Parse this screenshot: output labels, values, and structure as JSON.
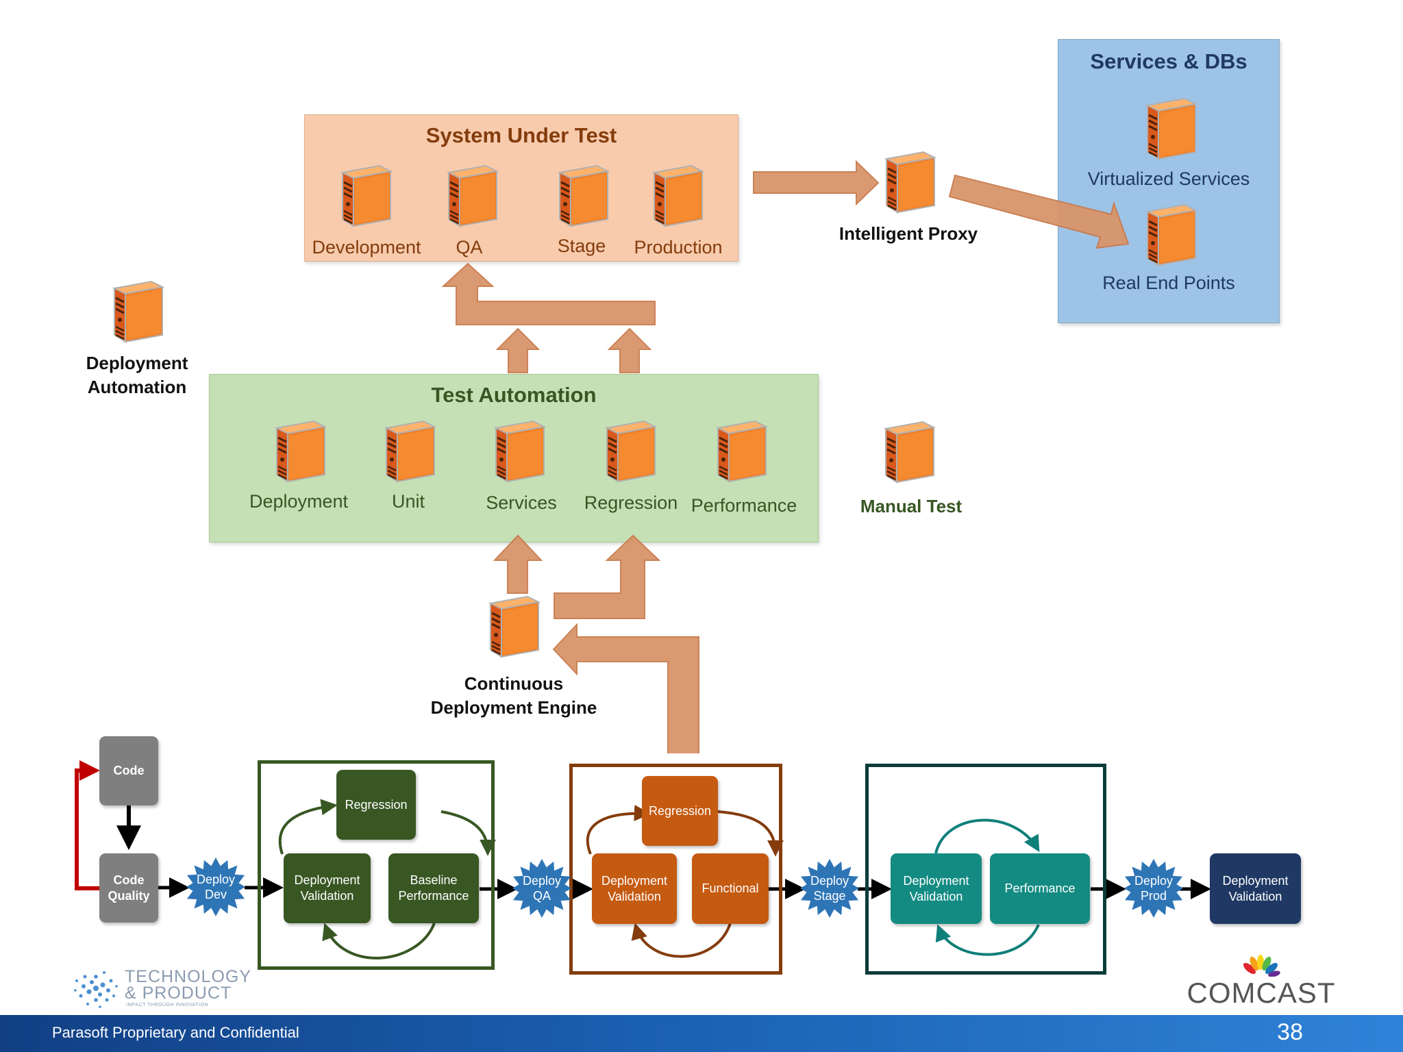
{
  "system_under_test": {
    "title": "System Under Test",
    "items": [
      "Development",
      "QA",
      "Stage",
      "Production"
    ]
  },
  "intelligent_proxy": "Intelligent Proxy",
  "services_dbs": {
    "title": "Services & DBs",
    "items": [
      "Virtualized Services",
      "Real End Points"
    ]
  },
  "deployment_automation": [
    "Deployment",
    "Automation"
  ],
  "test_automation": {
    "title": "Test Automation",
    "items": [
      "Deployment",
      "Unit",
      "Services",
      "Regression",
      "Performance"
    ]
  },
  "manual_test": "Manual Test",
  "cd_engine": [
    "Continuous",
    "Deployment Engine"
  ],
  "pipeline": {
    "code": "Code",
    "code_quality": [
      "Code",
      "Quality"
    ],
    "deploy_dev": [
      "Deploy",
      "Dev"
    ],
    "dev_stage": {
      "regression": "Regression",
      "deployment_validation": [
        "Deployment",
        "Validation"
      ],
      "baseline_performance": [
        "Baseline",
        "Performance"
      ]
    },
    "deploy_qa": [
      "Deploy",
      "QA"
    ],
    "qa_stage": {
      "regression": "Regression",
      "deployment_validation": [
        "Deployment",
        "Validation"
      ],
      "functional": "Functional"
    },
    "deploy_stage": [
      "Deploy",
      "Stage"
    ],
    "stage_stage": {
      "deployment_validation": [
        "Deployment",
        "Validation"
      ],
      "performance": "Performance"
    },
    "deploy_prod": [
      "Deploy",
      "Prod"
    ],
    "prod_validation": [
      "Deployment",
      "Validation"
    ]
  },
  "logos": {
    "tech_product": [
      "TECHNOLOGY",
      "& PRODUCT",
      "IMPACT THROUGH INNOVATION"
    ],
    "comcast": "COMCAST"
  },
  "footer": {
    "text": "Parasoft Proprietary and Confidential",
    "page_number": "38"
  },
  "colors": {
    "sut_panel": "#f8cbad",
    "test_panel": "#c5e0b4",
    "services_panel": "#9dc3e6",
    "arrow": "#d9956a",
    "green_box": "#385723",
    "orange_box": "#c55a11",
    "teal_box": "#138b82",
    "navy_box": "#1f3864",
    "star": "#2e75b6"
  }
}
